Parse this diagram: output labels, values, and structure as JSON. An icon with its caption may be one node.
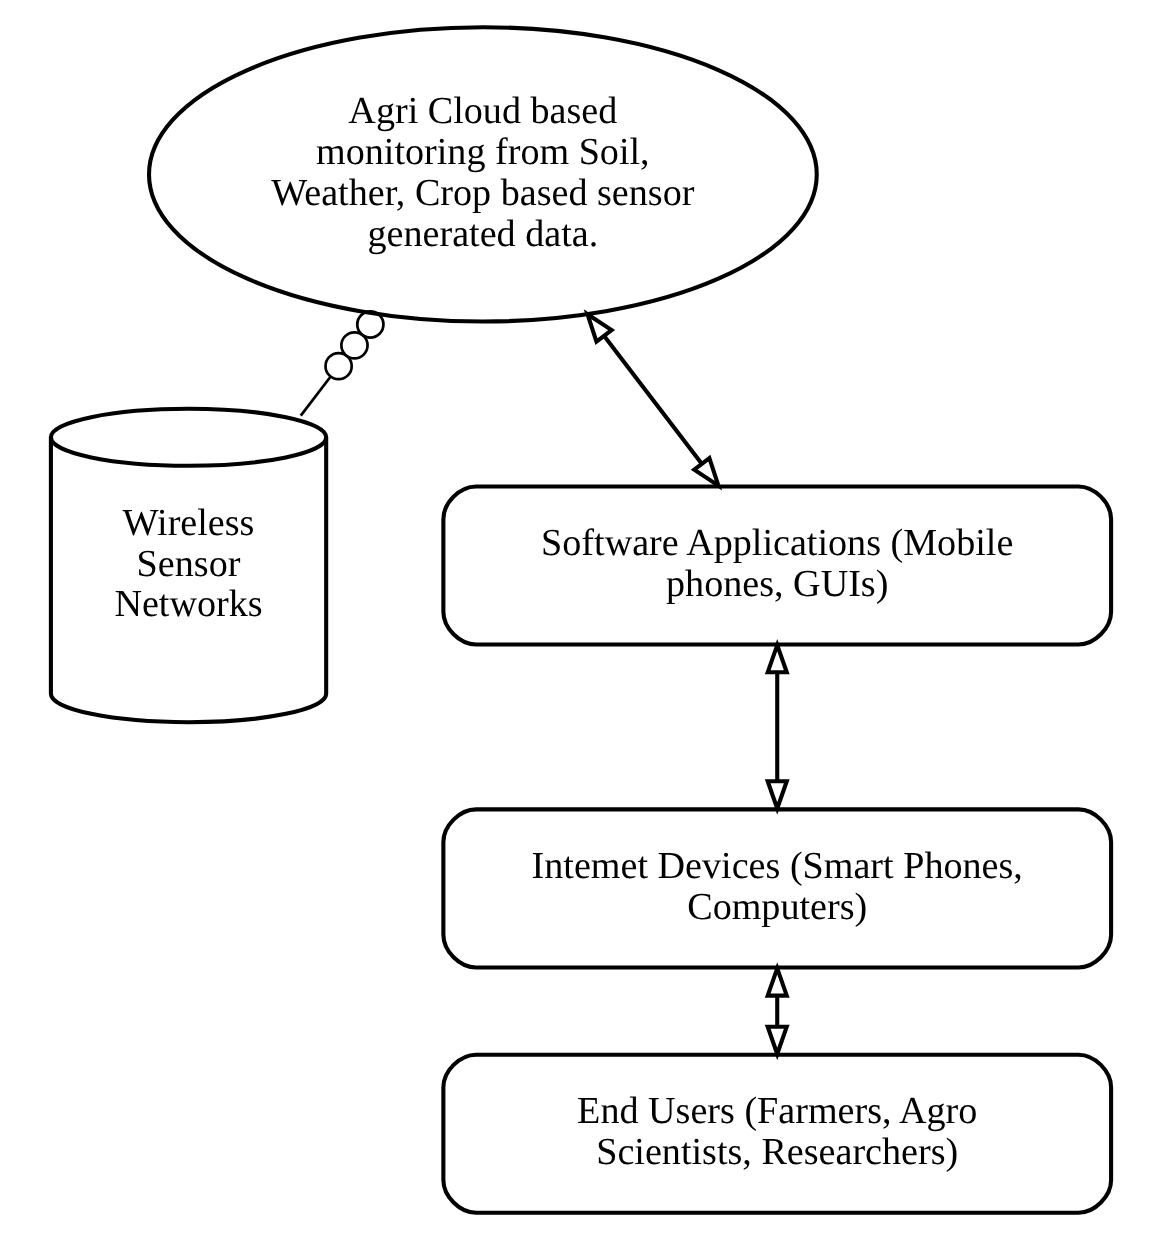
{
  "diagram": {
    "nodes": [
      {
        "text": [
          "Agri Cloud based monitoring from Soil, Weather, Crop based sensor generated data."
        ]
      },
      {
        "text": [
          "Wireless Sensor Networks"
        ]
      },
      {
        "text": [
          "Software Applications (Mobile phones, GUIs)"
        ]
      },
      {
        "text": [
          "Intemet Devices (Smart Phones, Computers)"
        ]
      },
      {
        "text": [
          "End Users (Farmers, Agro Scientists, Researchers)"
        ]
      }
    ],
    "edges": [
      {
        "from": 1,
        "to": 0,
        "arrow": "other"
      },
      {
        "from": 0,
        "to": 2,
        "arrow": "both"
      },
      {
        "from": 2,
        "to": 3,
        "arrow": "both"
      },
      {
        "from": 3,
        "to": 4,
        "arrow": "both"
      }
    ]
  }
}
